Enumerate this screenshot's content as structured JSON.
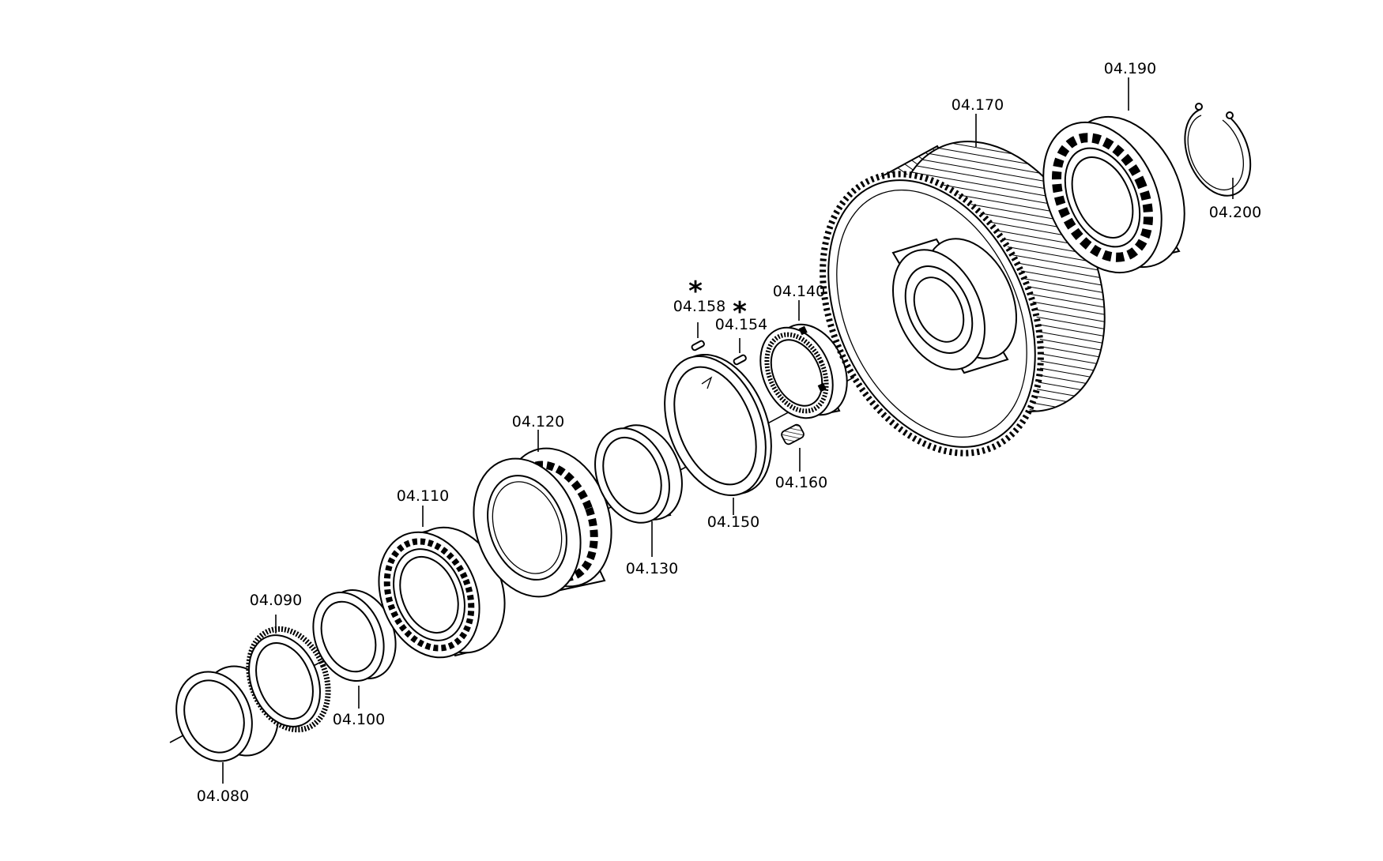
{
  "parts": [
    {
      "id": "p080",
      "number": "04.080"
    },
    {
      "id": "p090",
      "number": "04.090"
    },
    {
      "id": "p100",
      "number": "04.100"
    },
    {
      "id": "p110",
      "number": "04.110"
    },
    {
      "id": "p120",
      "number": "04.120"
    },
    {
      "id": "p130",
      "number": "04.130"
    },
    {
      "id": "p140",
      "number": "04.140"
    },
    {
      "id": "p150",
      "number": "04.150"
    },
    {
      "id": "p154",
      "number": "04.154",
      "marker": "*"
    },
    {
      "id": "p158",
      "number": "04.158",
      "marker": "*"
    },
    {
      "id": "p160",
      "number": "04.160"
    },
    {
      "id": "p170",
      "number": "04.170"
    },
    {
      "id": "p190",
      "number": "04.190"
    },
    {
      "id": "p200",
      "number": "04.200"
    }
  ]
}
